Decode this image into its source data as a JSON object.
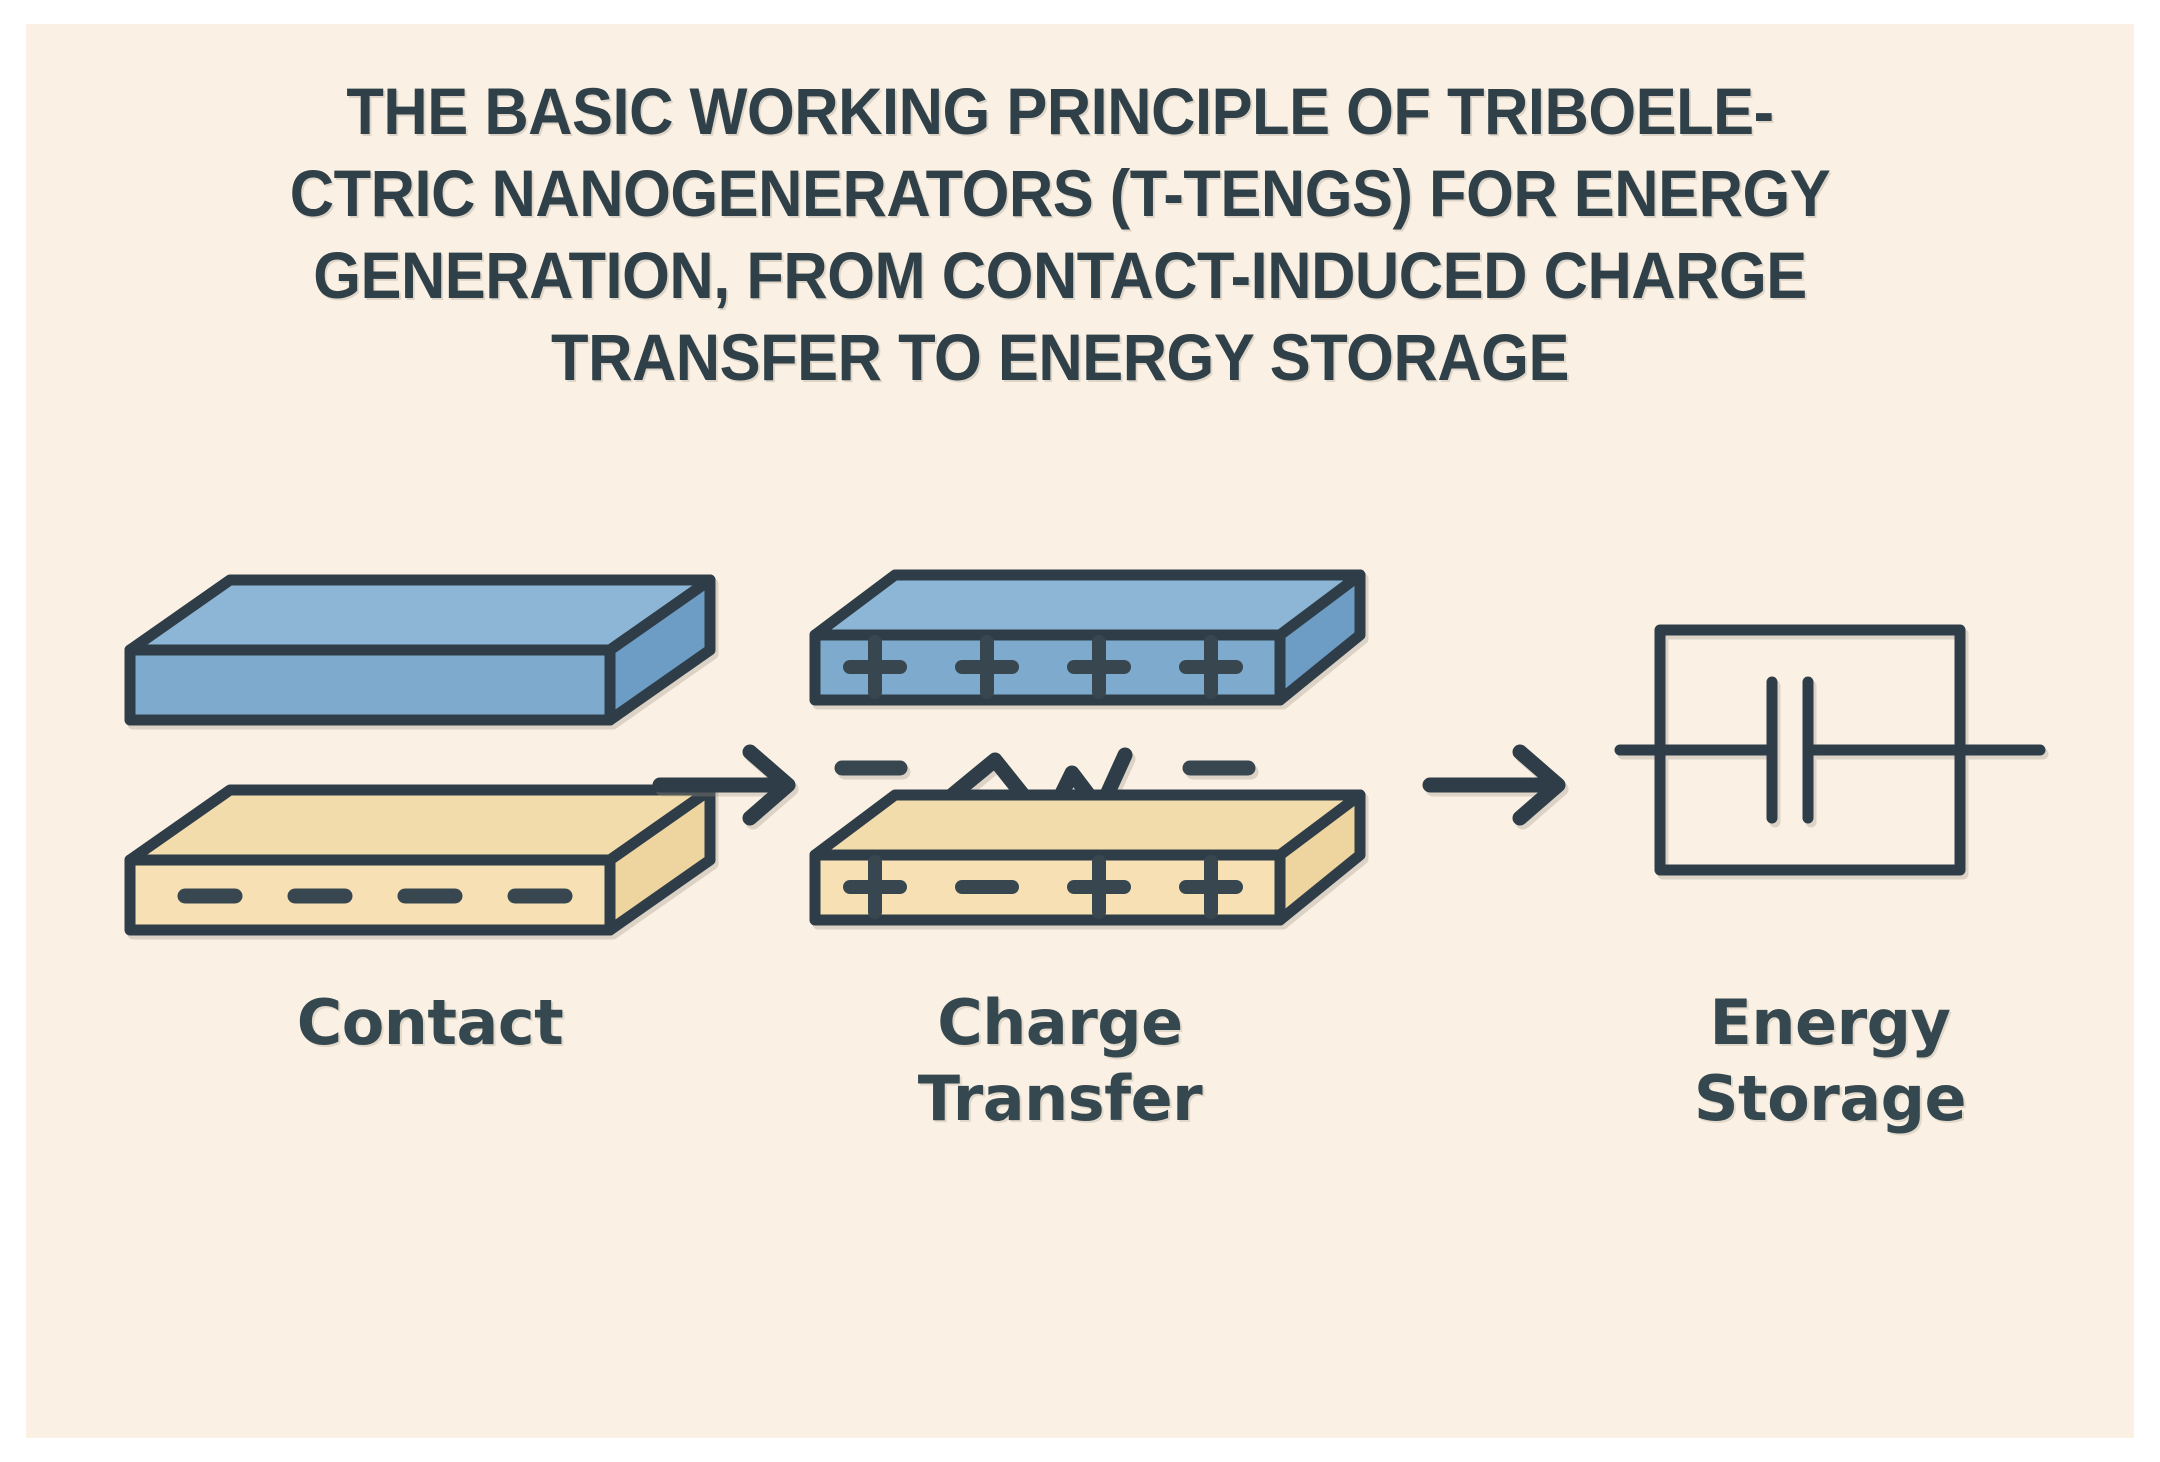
{
  "page": {
    "background_color": "#ffffff",
    "panel_color": "#faf1e4",
    "ink_color": "#2f4049"
  },
  "title": {
    "text": "THE BASIC WORKING PRINCIPLE OF TRIBOELE-\nCTRIC NANOGENERATORS (T-TENGs) FOR ENERGY\nGENERATION, FROM CONTACT-INDUCED CHARGE\nTRANSFER TO ENERGY STORAGE",
    "lines": [
      "THE BASIC WORKING PRINCIPLE OF TRIBOELE-",
      "CTRIC NANOGENERATORS (T-TENGs) FOR ENERGY",
      "GENERATION, FROM CONTACT-INDUCED CHARGE",
      "TRANSFER TO ENERGY STORAGE"
    ]
  },
  "colors": {
    "outline": "#2e3d47",
    "blue_front": "#7eaace",
    "blue_top": "#8db6d6",
    "blue_side": "#6d9cc4",
    "tan_front": "#f6e0b4",
    "tan_top": "#f3dcac",
    "tan_side": "#eed59f",
    "sign": "#37464f"
  },
  "stages": [
    {
      "id": "contact",
      "caption": "Contact",
      "blocks": [
        {
          "id": "contact-top-plate",
          "material": "blue",
          "charges": []
        },
        {
          "id": "contact-bottom-plate",
          "material": "tan",
          "charges": [
            "-",
            "-",
            "-",
            "-"
          ]
        }
      ],
      "wire": false
    },
    {
      "id": "charge-transfer",
      "caption": "Charge\nTransfer",
      "caption_lines": [
        "Charge",
        "Transfer"
      ],
      "blocks": [
        {
          "id": "transfer-top-plate",
          "material": "blue",
          "charges": [
            "+",
            "+",
            "+",
            "+"
          ]
        },
        {
          "id": "transfer-bottom-plate",
          "material": "tan",
          "charges": [
            "+",
            "-",
            "+",
            "+"
          ]
        }
      ],
      "gap_signs": [
        "-",
        "-"
      ],
      "wire": true,
      "wire_label": "zigzag-resistor"
    },
    {
      "id": "energy-storage",
      "caption": "Energy\nStorage",
      "caption_lines": [
        "Energy",
        "Storage"
      ],
      "circuit": {
        "type": "capacitor-loop",
        "component": "capacitor"
      }
    }
  ],
  "arrows": [
    {
      "id": "arrow-contact-to-transfer",
      "direction": "right"
    },
    {
      "id": "arrow-transfer-to-storage",
      "direction": "right"
    }
  ]
}
